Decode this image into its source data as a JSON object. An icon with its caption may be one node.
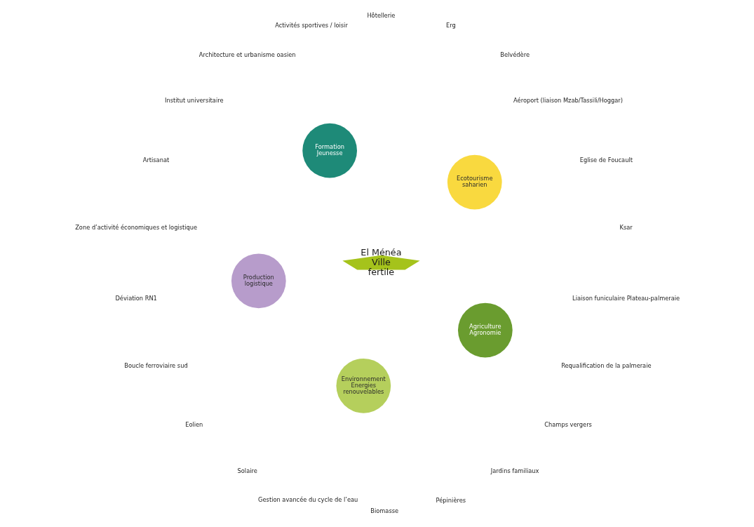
{
  "diagram": {
    "nodes": [
      {
        "text": [
          "El Ménéa Ville fertile"
        ]
      },
      {
        "text": [
          "Ecotourisme saharien"
        ]
      },
      {
        "text": [
          "Formation Jeunesse"
        ]
      },
      {
        "text": [
          "Production logistique"
        ]
      },
      {
        "text": [
          "Environnement Energies renouvelables"
        ]
      },
      {
        "text": [
          "Agriculture Agronomie"
        ]
      }
    ],
    "edges": [],
    "labels": [
      "Ksar",
      "Eglise de Foucault",
      "Aéroport (liaison Mzab/Tassili/Hoggar)",
      "Hôtellerie",
      "Activités sportives / loisir",
      "Architecture et urbanisme oasien",
      "Institut universitaire",
      "Artisanat",
      "Zone d’activité économiques et logistique",
      "Déviation RN1",
      "Boucle ferroviaire sud",
      "Eolien",
      "Solaire",
      "Gestion avancée du cycle de l’eau",
      "Biomasse",
      "Pépinières",
      "Jardins familiaux",
      "Champs vergers",
      "Requalification de la palmeraie",
      "Liaison funiculaire Plateau-palmeraie",
      "Belvédère",
      "Erg"
    ]
  }
}
